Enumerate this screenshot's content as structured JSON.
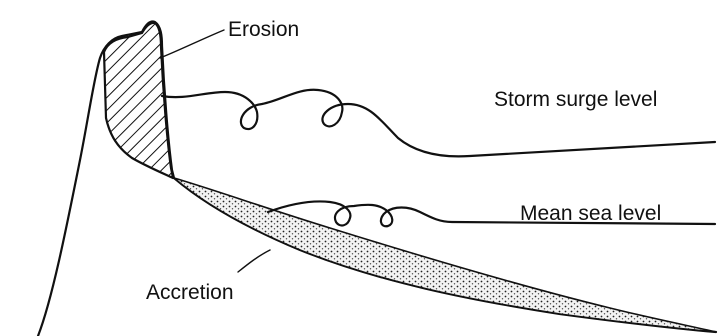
{
  "labels": {
    "erosion": "Erosion",
    "storm_surge": "Storm surge level",
    "mean_sea": "Mean sea level",
    "accretion": "Accretion"
  },
  "colors": {
    "ink": "#111111",
    "background": "#ffffff"
  }
}
